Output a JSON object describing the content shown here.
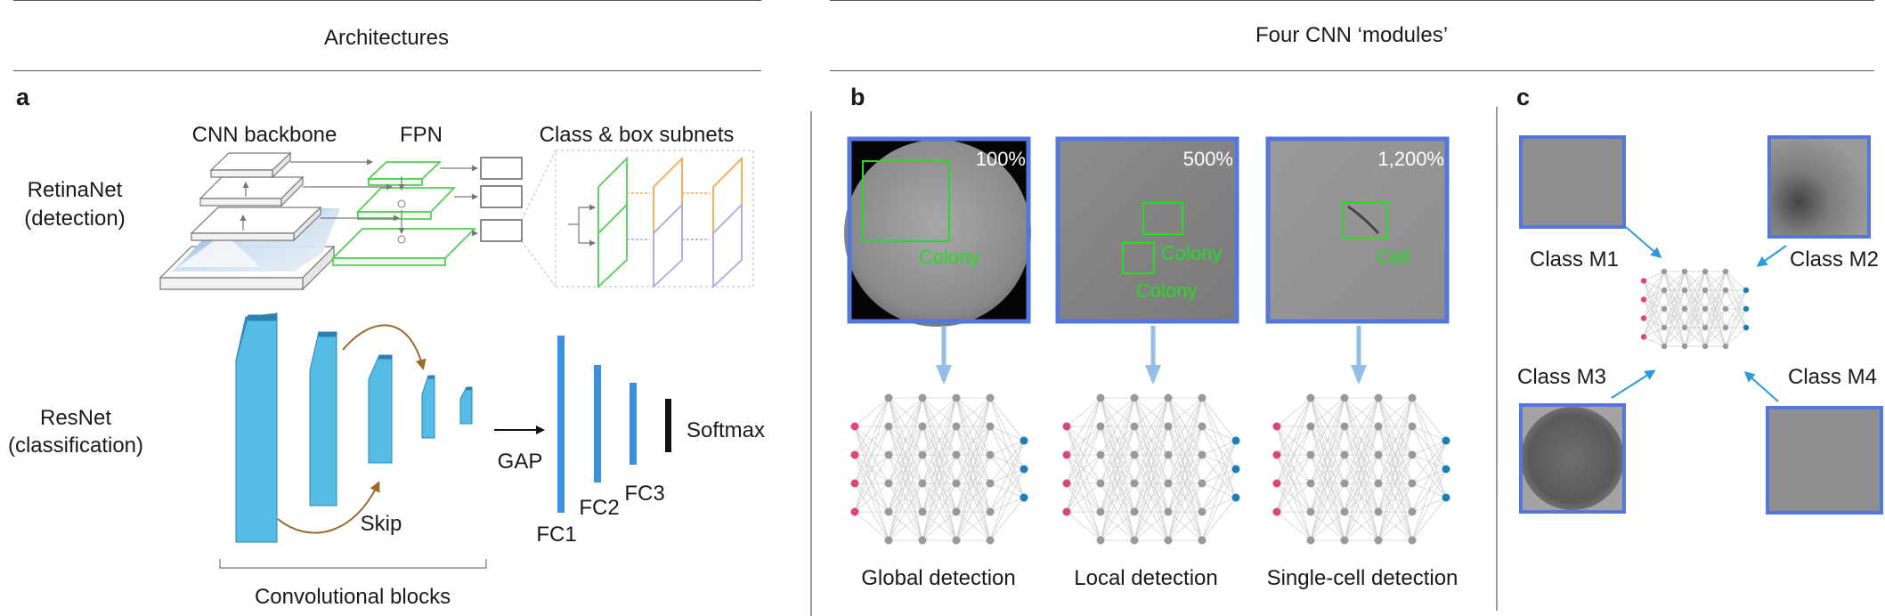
{
  "headers": {
    "left": "Architectures",
    "right": "Four CNN ‘modules’"
  },
  "panel_a": {
    "letter": "a",
    "retinanet_label": [
      "RetinaNet",
      "(detection)"
    ],
    "cnn_backbone": "CNN backbone",
    "fpn": "FPN",
    "subnets": "Class & box subnets",
    "resnet_label": [
      "ResNet",
      "(classification)"
    ],
    "skip": "Skip",
    "gap": "GAP",
    "fc1": "FC1",
    "fc2": "FC2",
    "fc3": "FC3",
    "softmax": "Softmax",
    "conv_blocks": "Convolutional blocks"
  },
  "panel_b": {
    "letter": "b",
    "images": [
      {
        "zoom": "100%",
        "labels": [
          "Colony"
        ],
        "caption": "Global detection"
      },
      {
        "zoom": "500%",
        "labels": [
          "Colony",
          "Colony"
        ],
        "caption": "Local detection"
      },
      {
        "zoom": "1,200%",
        "labels": [
          "Cell"
        ],
        "caption": "Single-cell detection"
      }
    ]
  },
  "panel_c": {
    "letter": "c",
    "classes": [
      "Class M1",
      "Class M2",
      "Class M3",
      "Class M4"
    ]
  },
  "colors": {
    "resnet_blue": "#4fb8e3",
    "fc_blue": "#3d8fe0",
    "fpn_green": "#55cc55",
    "box_green": "#22dd22",
    "frame_blue": "#5577dd",
    "subnet_orange": "#f5a84a",
    "subnet_purple": "#a9a9e8",
    "skip_brown": "#9a6a2a",
    "arrow_lightblue": "#93bfe6",
    "arrow_blue": "#2a9bde",
    "input_red": "#d94874",
    "output_teal": "#1a7fb3",
    "hidden_gray": "#999999"
  }
}
